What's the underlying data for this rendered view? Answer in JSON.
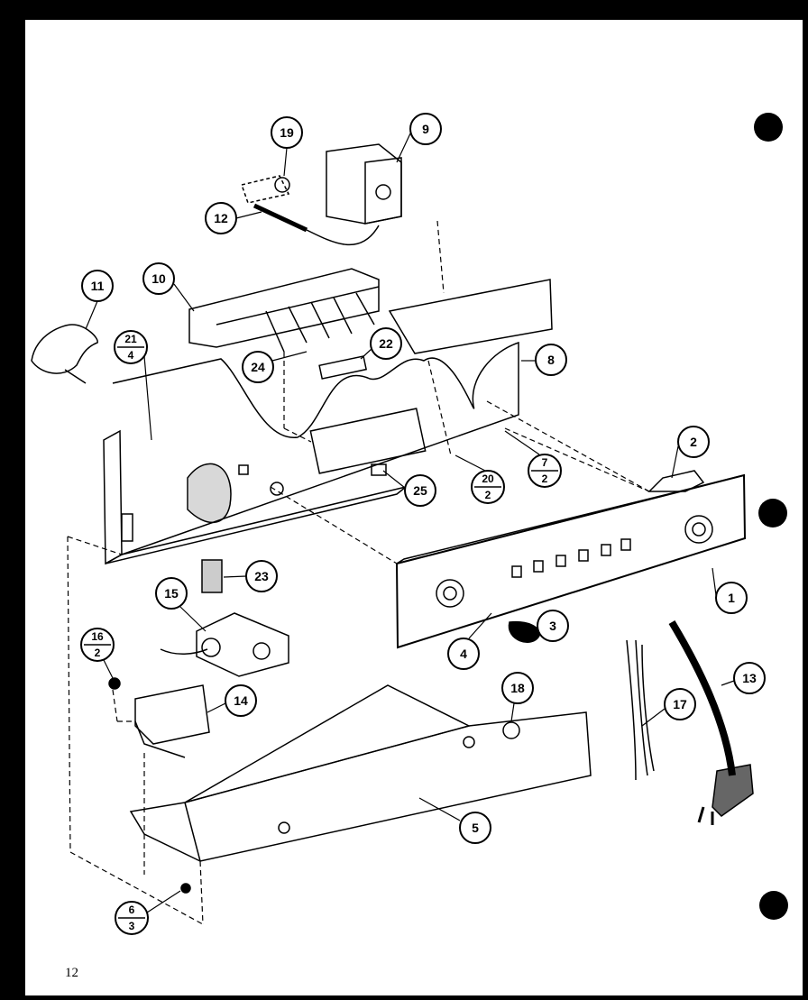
{
  "page": {
    "number": "12"
  },
  "callouts": [
    {
      "id": "1",
      "label": "1"
    },
    {
      "id": "2",
      "label": "2"
    },
    {
      "id": "3",
      "label": "3"
    },
    {
      "id": "4",
      "label": "4"
    },
    {
      "id": "5",
      "label": "5"
    },
    {
      "id": "8",
      "label": "8"
    },
    {
      "id": "9",
      "label": "9"
    },
    {
      "id": "10",
      "label": "10"
    },
    {
      "id": "11",
      "label": "11"
    },
    {
      "id": "12",
      "label": "12"
    },
    {
      "id": "13",
      "label": "13"
    },
    {
      "id": "14",
      "label": "14"
    },
    {
      "id": "15",
      "label": "15"
    },
    {
      "id": "17",
      "label": "17"
    },
    {
      "id": "18",
      "label": "18"
    },
    {
      "id": "19",
      "label": "19"
    },
    {
      "id": "22",
      "label": "22"
    },
    {
      "id": "23",
      "label": "23"
    },
    {
      "id": "24",
      "label": "24"
    },
    {
      "id": "25",
      "label": "25"
    }
  ],
  "fraction_callouts": [
    {
      "id": "21-4",
      "top": "21",
      "bottom": "4"
    },
    {
      "id": "20-2",
      "top": "20",
      "bottom": "2"
    },
    {
      "id": "7-2",
      "top": "7",
      "bottom": "2"
    },
    {
      "id": "16-2",
      "top": "16",
      "bottom": "2"
    },
    {
      "id": "6-3",
      "top": "6",
      "bottom": "3"
    }
  ]
}
